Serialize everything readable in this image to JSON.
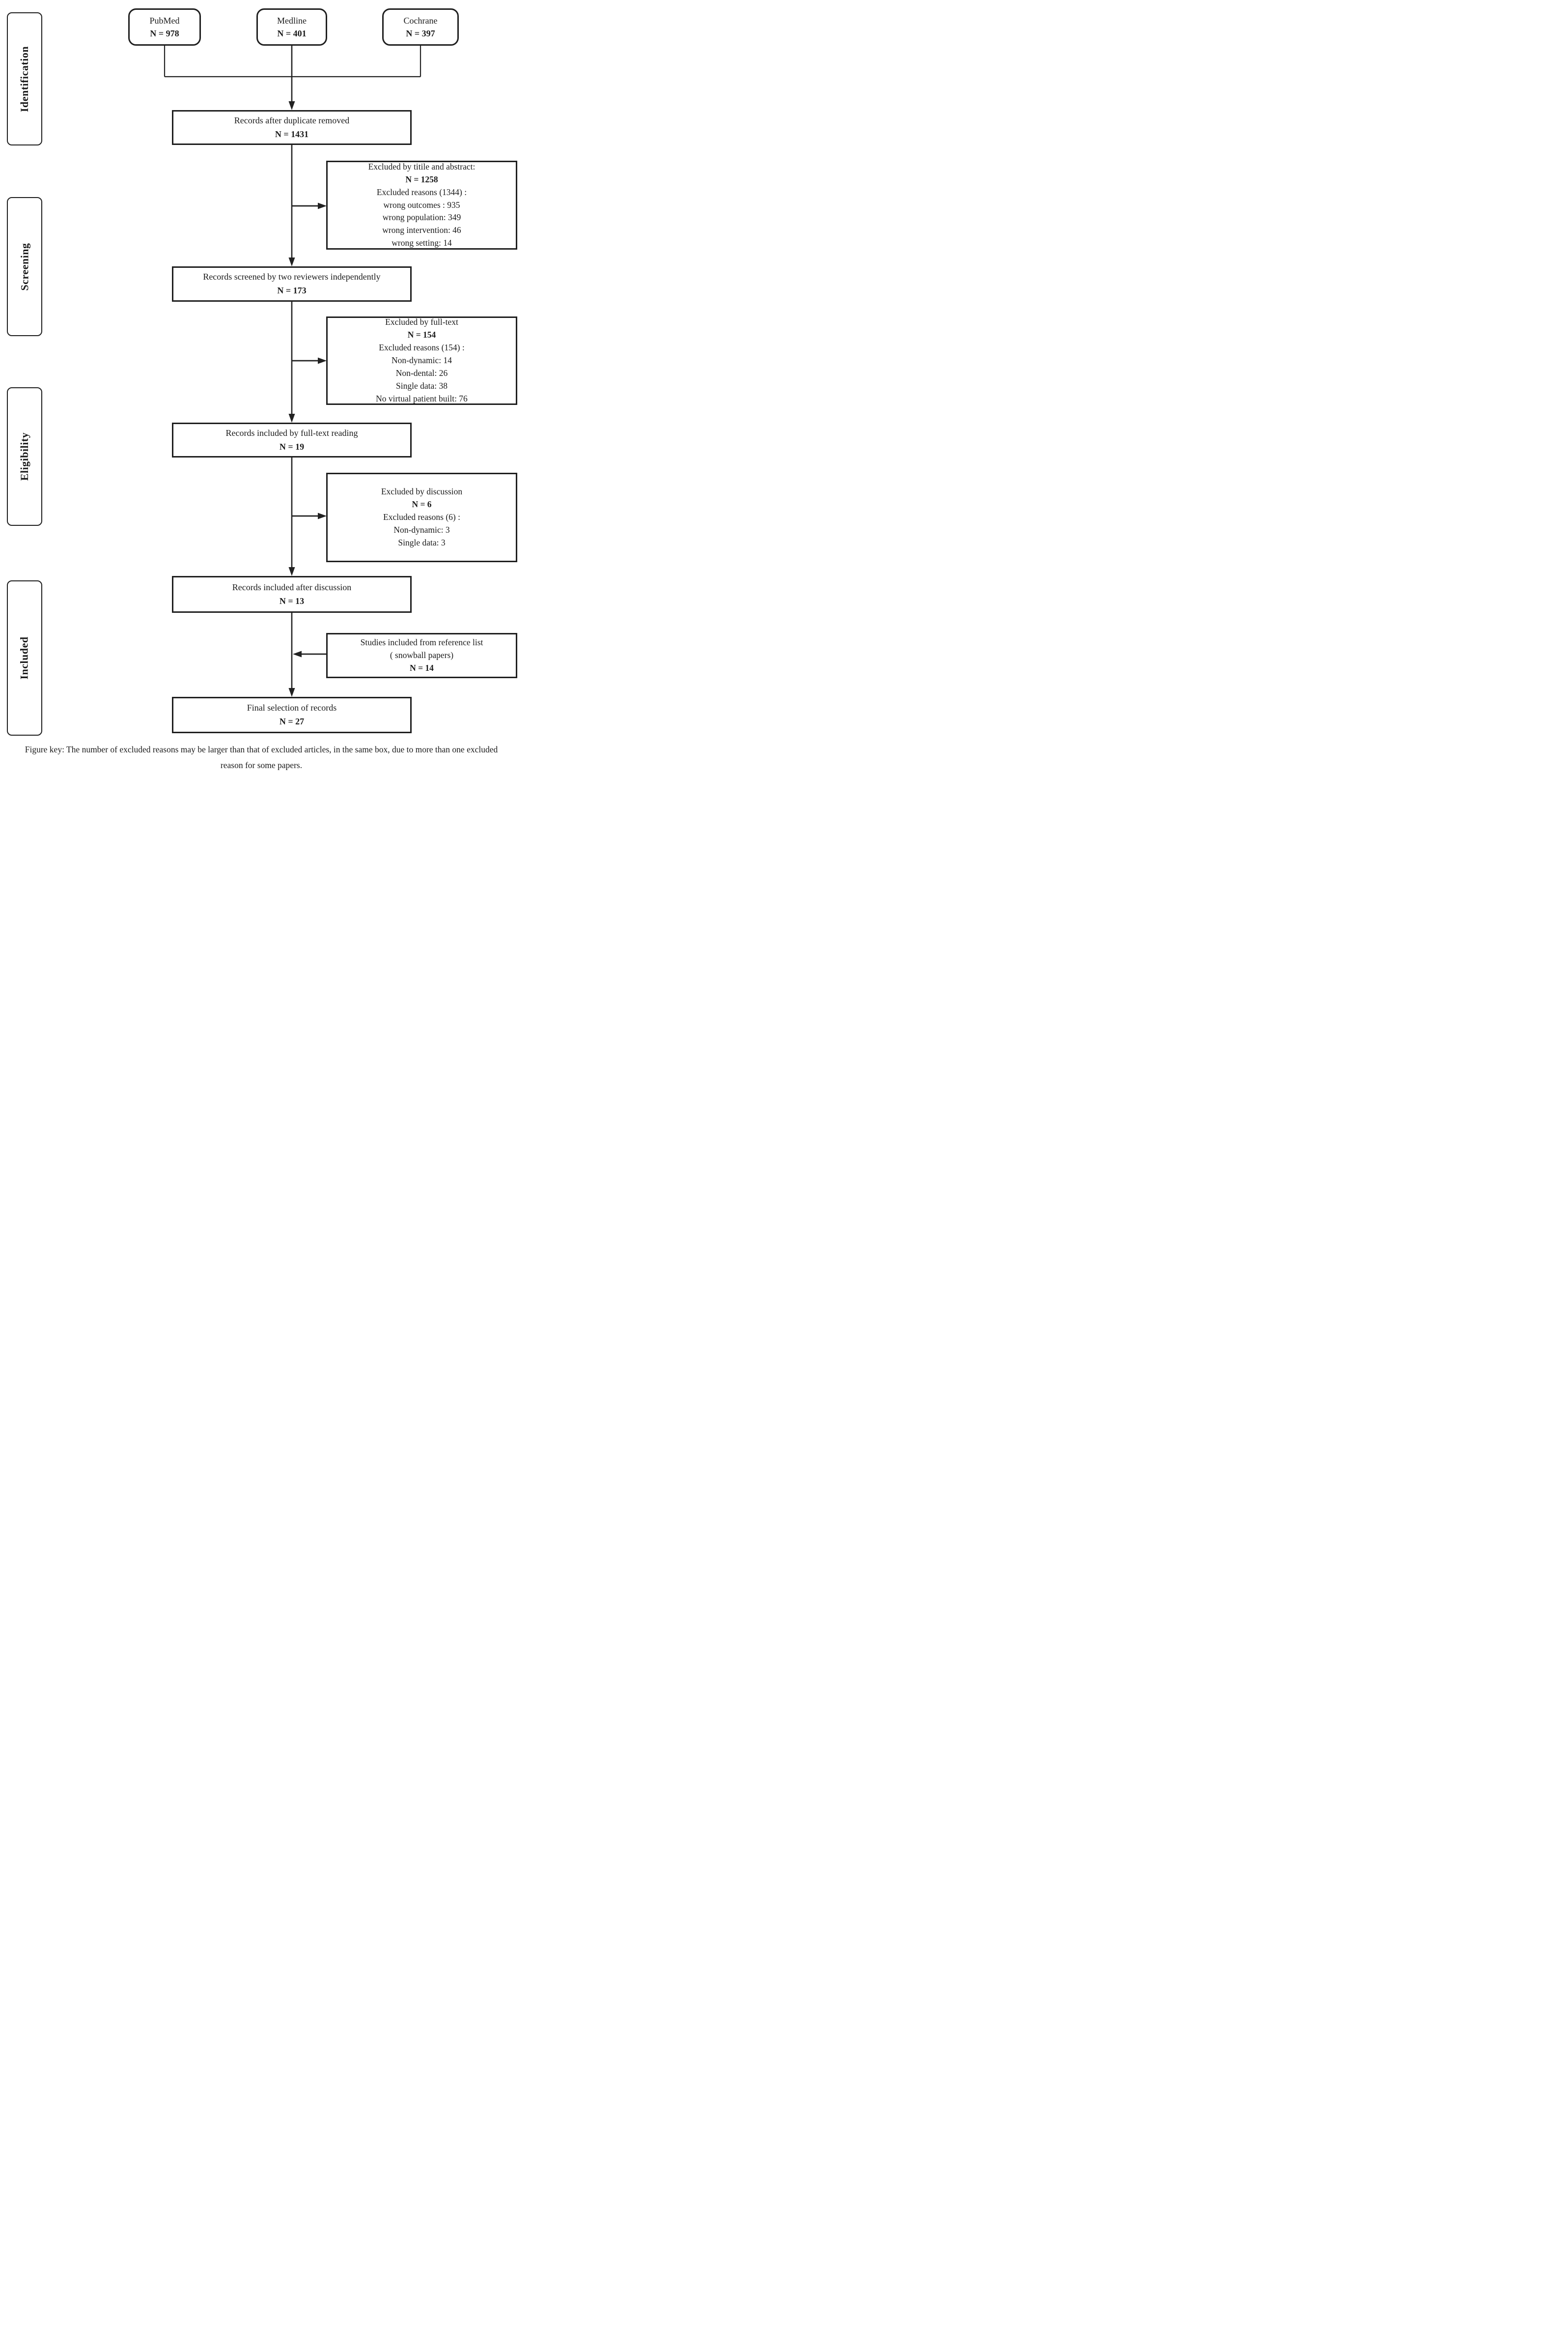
{
  "stages": [
    {
      "label": "Identification"
    },
    {
      "label": "Screening"
    },
    {
      "label": "Eligibility"
    },
    {
      "label": "Included"
    }
  ],
  "sources": [
    {
      "name": "PubMed",
      "count": "N = 978"
    },
    {
      "name": "Medline",
      "count": "N = 401"
    },
    {
      "name": "Cochrane",
      "count": "N = 397"
    }
  ],
  "main_boxes": [
    {
      "title": "Records after duplicate removed",
      "count": "N = 1431"
    },
    {
      "title": "Records screened  by two reviewers independently",
      "count": "N = 173"
    },
    {
      "title": "Records included by full-text reading",
      "count": "N = 19"
    },
    {
      "title": "Records included after discussion",
      "count": "N = 13"
    },
    {
      "title": "Final selection of records",
      "count": "N = 27"
    }
  ],
  "side_boxes": [
    {
      "title": "Excluded by titile and abstract:",
      "count": "N = 1258",
      "reasons_header": "Excluded reasons (1344) :",
      "reasons": [
        "wrong outcomes : 935",
        "wrong population: 349",
        "wrong intervention: 46",
        "wrong setting: 14"
      ]
    },
    {
      "title": "Excluded by full-text",
      "count": "N = 154",
      "reasons_header": "Excluded reasons (154) :",
      "reasons": [
        "Non-dynamic: 14",
        "Non-dental: 26",
        "Single data: 38",
        "No virtual patient built: 76"
      ]
    },
    {
      "title": "Excluded by discussion",
      "count": "N = 6",
      "reasons_header": "Excluded reasons (6) :",
      "reasons": [
        "Non-dynamic: 3",
        "Single data: 3"
      ]
    },
    {
      "title": "Studies included from reference list",
      "subtitle": "( snowball papers)",
      "count": "N = 14"
    }
  ],
  "figure_key": "Figure key: The number of excluded reasons may be larger than that of excluded articles, in the same box, due to more than one excluded reason for some papers.",
  "colors": {
    "line": "#222222",
    "border": "#1f1f1f",
    "background": "#ffffff"
  }
}
